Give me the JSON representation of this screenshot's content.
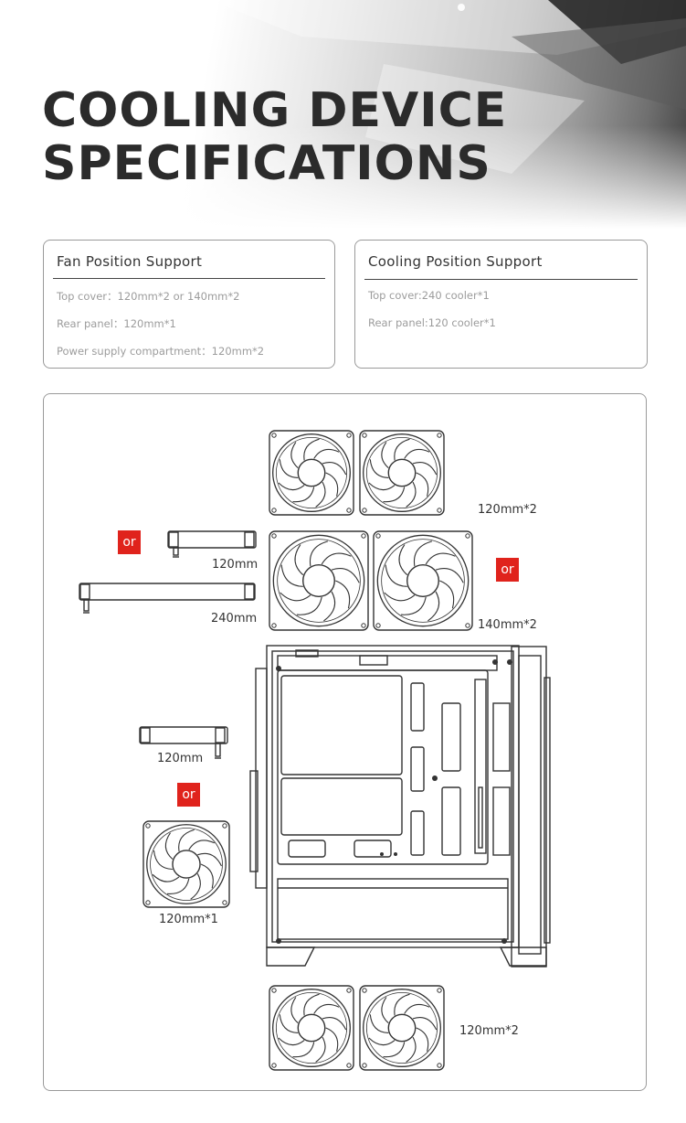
{
  "header": {
    "title_line1": "COOLING DEVICE",
    "title_line2": "SPECIFICATIONS"
  },
  "fan_support": {
    "heading": "Fan Position Support",
    "lines": [
      "Top cover：120mm*2 or 140mm*2",
      "Rear panel：120mm*1",
      "Power supply compartment：120mm*2"
    ]
  },
  "cooling_support": {
    "heading": "Cooling Position Support",
    "lines": [
      "Top cover:240 cooler*1",
      "Rear panel:120 cooler*1"
    ]
  },
  "diagram": {
    "top_fans_120_label": "120mm*2",
    "top_fans_140_label": "140mm*2",
    "top_or": "or",
    "left_or": "or",
    "radiator_120_label": "120mm",
    "radiator_240_label": "240mm",
    "rear_radiator_label": "120mm",
    "rear_or": "or",
    "rear_fan_label": "120mm*1",
    "bottom_fans_label": "120mm*2"
  },
  "colors": {
    "accent_red": "#e0231c",
    "title": "#2b2b2b",
    "line_art": "#333333"
  }
}
